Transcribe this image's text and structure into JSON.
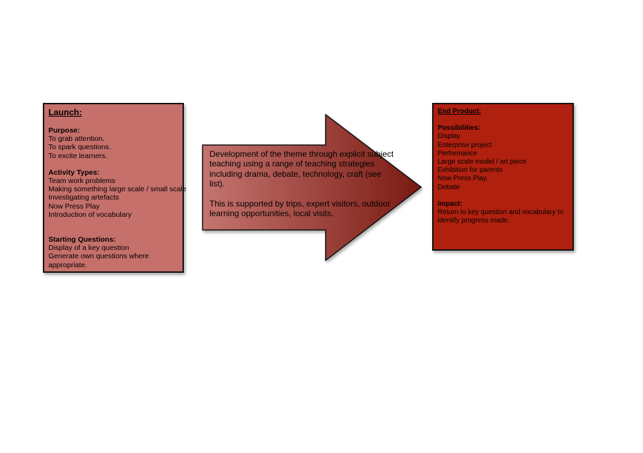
{
  "launch": {
    "title": "Launch:",
    "purpose_title": "Purpose:",
    "purpose_items": [
      "To grab attention.",
      "To spark questions.",
      "To excite learners."
    ],
    "activity_title": "Activity Types:",
    "activity_items": [
      "Team work problems",
      "Making something large scale / small scale",
      "Investigating artefacts",
      "Now Press Play",
      "Introduction of vocabulary"
    ],
    "starting_title": "Starting Questions:",
    "starting_items": [
      "Display of a key question",
      "Generate own questions where appropriate."
    ],
    "fill_color": "#c6706b"
  },
  "development": {
    "paragraph1": "Development of the theme through explicit subject teaching using a range of teaching strategies including drama, debate, technology, craft (see list).",
    "paragraph2": "This is supported by trips, expert visitors, outdoor learning opportunities, local visits.",
    "gradient_light": "#c57570",
    "gradient_dark": "#7a1a12"
  },
  "end_product": {
    "title": "End Product:",
    "possibilities_title": "Possibilities:",
    "possibilities_items": [
      "Display",
      "Enterprise project",
      "Performance",
      "Large scale model / art piece",
      "Exhibition for parents",
      "Now Press Play.",
      "Debate"
    ],
    "impact_title": "Impact:",
    "impact_items": [
      "Return to key question and vocabulary to identify progress made."
    ],
    "fill_color": "#b0200f"
  }
}
